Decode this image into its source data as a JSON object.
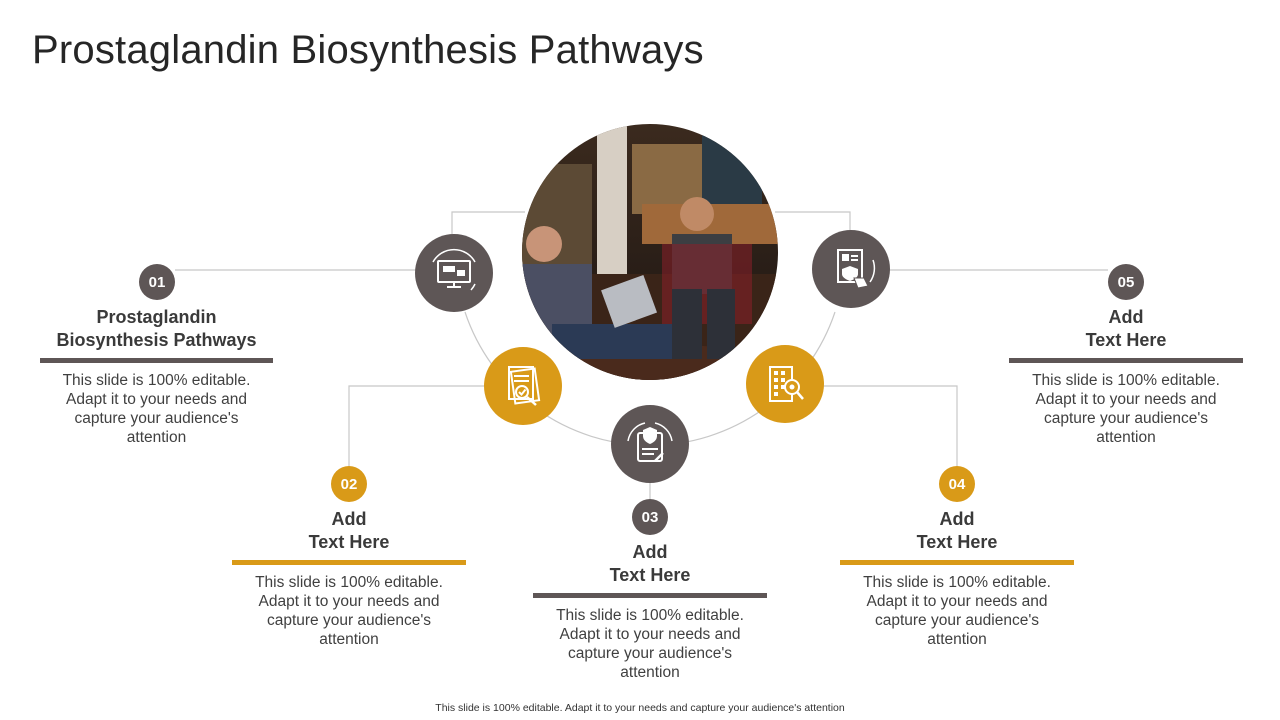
{
  "title": "Prostaglandin Biosynthesis Pathways",
  "colors": {
    "gray": "#5e5656",
    "gold": "#d99a18",
    "line": "#c8c8c8"
  },
  "center_image": {
    "description": "photo-people-chatting"
  },
  "items": [
    {
      "number": "01",
      "heading": "Prostaglandin\nBiosynthesis Pathways",
      "body": "This slide is 100% editable. Adapt it to your needs and capture your audience's attention",
      "icon": "monitor-icon",
      "color": "gray"
    },
    {
      "number": "02",
      "heading": "Add\nText Here",
      "body": "This slide is 100% editable. Adapt it to your needs and capture your audience's attention",
      "icon": "checklist-magnifier-icon",
      "color": "gold"
    },
    {
      "number": "03",
      "heading": "Add\nText Here",
      "body": "This slide is 100% editable. Adapt it to your needs and capture your audience's attention",
      "icon": "shield-clipboard-icon",
      "color": "gray"
    },
    {
      "number": "04",
      "heading": "Add\nText Here",
      "body": "This slide is 100% editable. Adapt it to your needs and capture your audience's attention",
      "icon": "building-search-icon",
      "color": "gold"
    },
    {
      "number": "05",
      "heading": "Add\nText Here",
      "body": "This slide is 100% editable. Adapt it to your needs and capture your audience's attention",
      "icon": "document-hand-icon",
      "color": "gray"
    }
  ],
  "footer": "This slide is 100% editable. Adapt it to your needs and capture your audience's attention"
}
